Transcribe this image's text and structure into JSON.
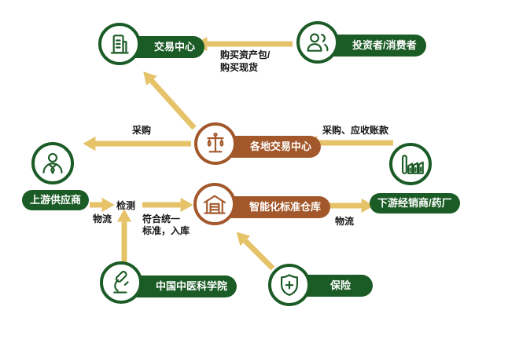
{
  "diagram": {
    "background": "#ffffff",
    "colors": {
      "node_green": "#1b5b25",
      "node_brown": "#a3582b",
      "arrow_gold": "#e6c369",
      "label_text": "#151515"
    },
    "nodes": {
      "trading_center": {
        "label": "交易中心",
        "icon": "building-icon",
        "color": "green"
      },
      "investor": {
        "label": "投资者/消费者",
        "icon": "people-icon",
        "color": "green"
      },
      "regional_exchange": {
        "label": "各地交易中心",
        "icon": "scale-icon",
        "color": "brown"
      },
      "upstream_supplier": {
        "label": "上游供应商",
        "icon": "person-icon",
        "color": "green"
      },
      "smart_warehouse": {
        "label": "智能化标准仓库",
        "icon": "warehouse-icon",
        "color": "brown"
      },
      "downstream_distributor": {
        "label": "下游经销商/药厂",
        "icon": "factory-icon",
        "color": "green"
      },
      "cacms": {
        "label": "中国中医科学院",
        "icon": "microscope-icon",
        "color": "green"
      },
      "insurance": {
        "label": "保险",
        "icon": "shield-plus-icon",
        "color": "green"
      }
    },
    "edges": {
      "buy_line1": "购买资产包/",
      "buy_line2": "购买现货",
      "procurement": "采购",
      "procurement_receivables": "采购、应收账款",
      "inspection": "检测",
      "logistics_left": "物流",
      "standards_line1": "符合统一",
      "standards_line2": "标准，入库",
      "logistics_right": "物流"
    }
  }
}
